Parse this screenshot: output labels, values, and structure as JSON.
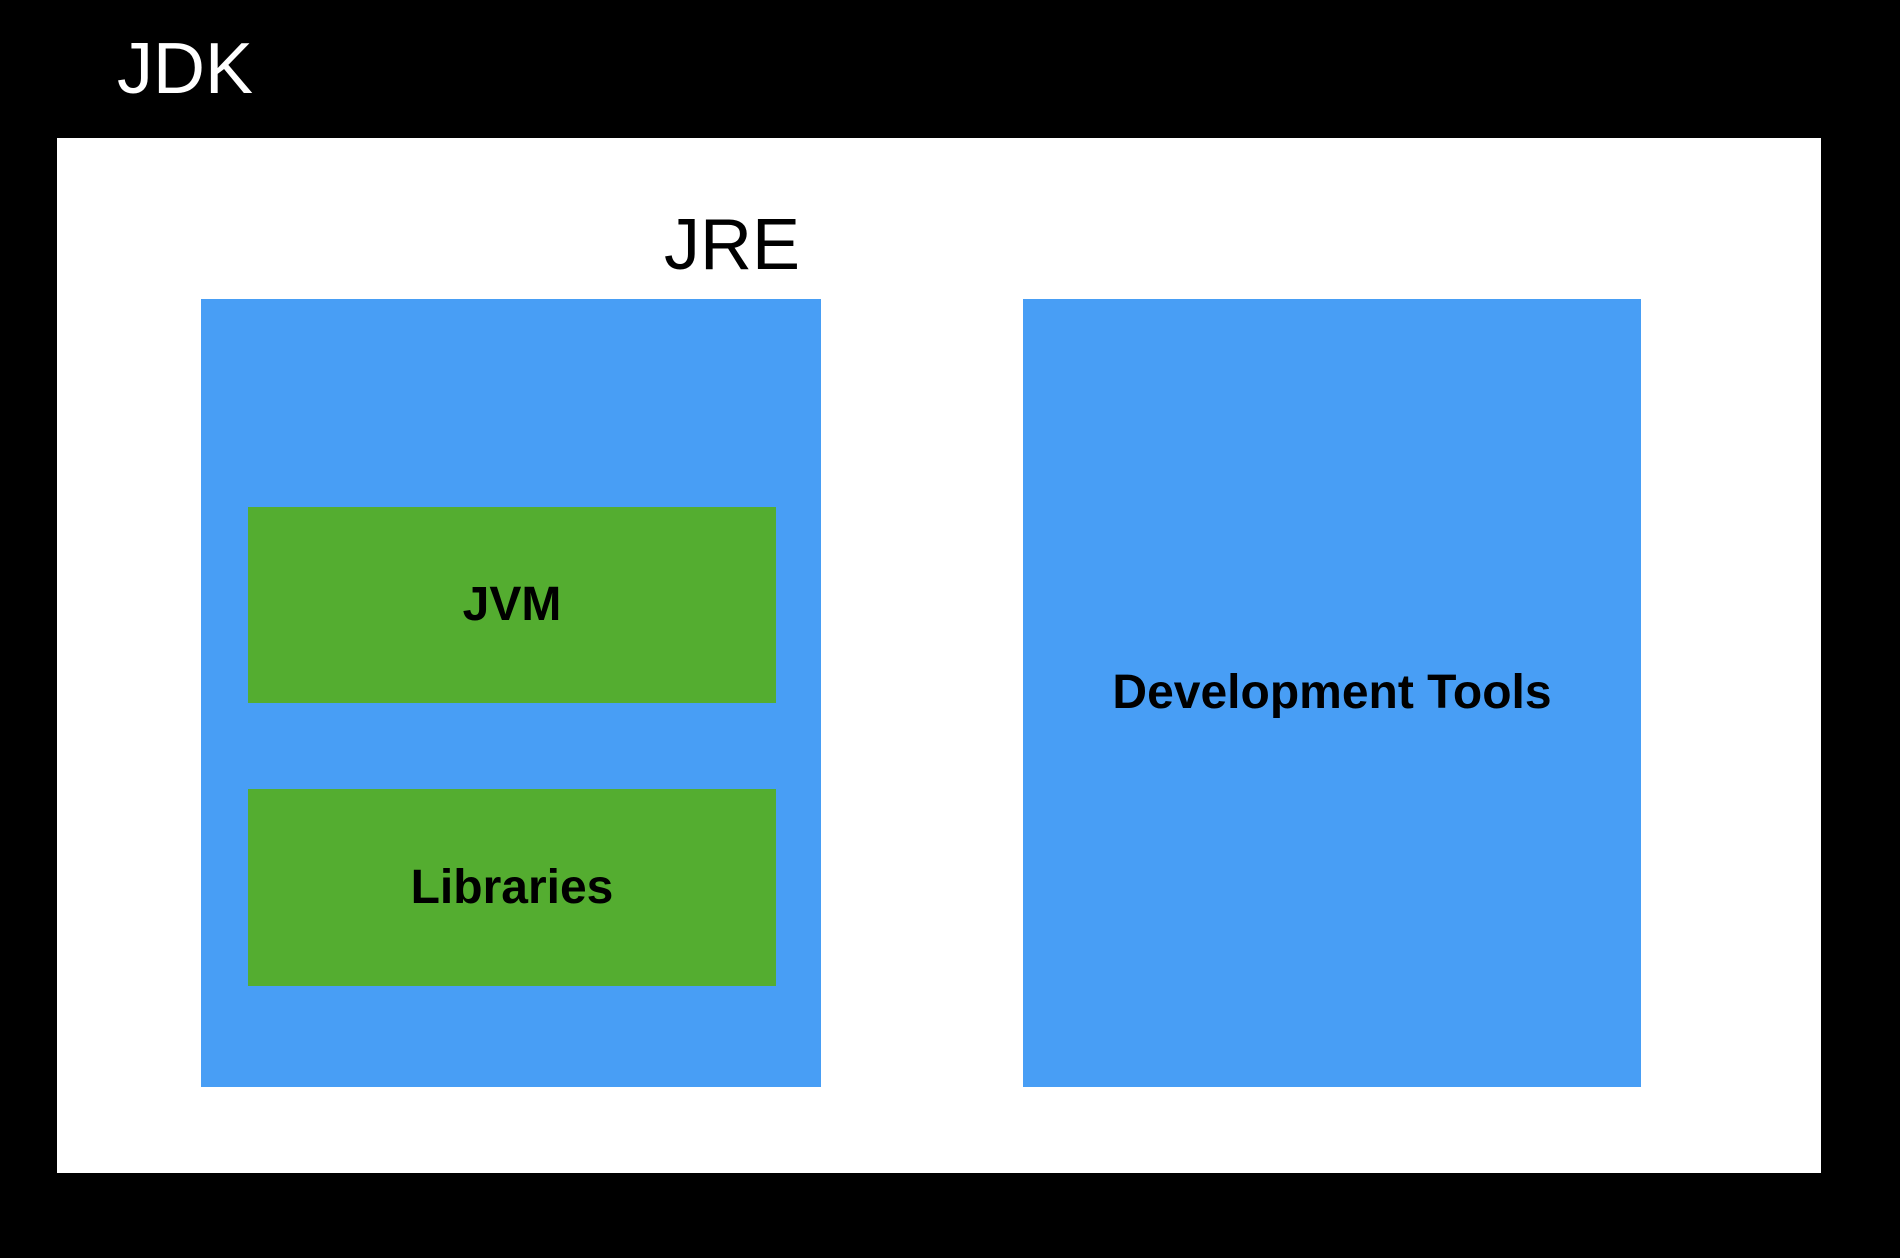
{
  "diagram": {
    "title": "JDK",
    "jre": {
      "label": "JRE",
      "components": [
        {
          "label": "JVM"
        },
        {
          "label": "Libraries"
        }
      ]
    },
    "dev_tools": {
      "label": "Development Tools"
    },
    "colors": {
      "background": "#000000",
      "jdk_container_fill": "#FFFFFF",
      "container_blue": "#489EF5",
      "component_green": "#54AD30",
      "title_text": "#FFFFFF",
      "label_text": "#000000"
    }
  }
}
